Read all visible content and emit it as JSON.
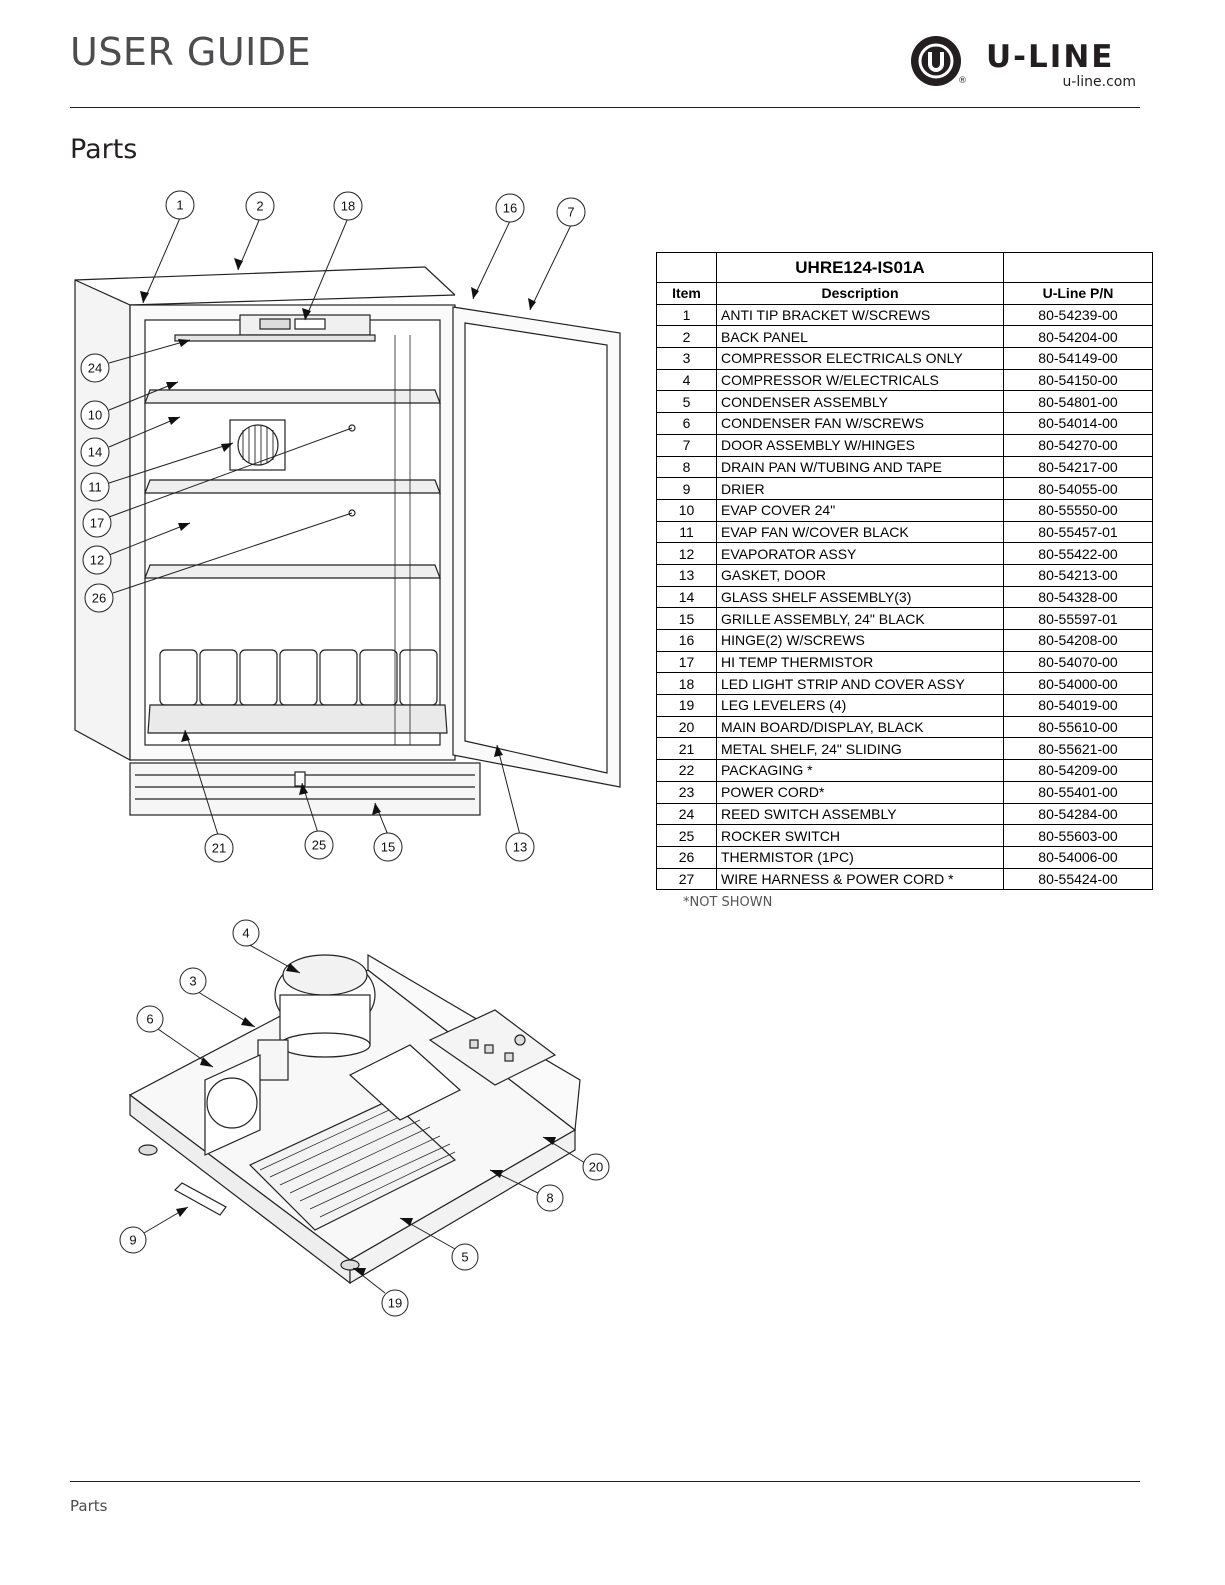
{
  "header": {
    "title": "USER GUIDE",
    "logo_text": "U-LINE",
    "logo_url": "u-line.com",
    "logo_reg": "®"
  },
  "section_title": "Parts",
  "diagram_top_callouts": [
    "1",
    "2",
    "18",
    "16",
    "7",
    "24",
    "10",
    "14",
    "11",
    "17",
    "12",
    "26",
    "21",
    "25",
    "15",
    "13"
  ],
  "diagram_bottom_callouts": [
    "4",
    "3",
    "6",
    "20",
    "8",
    "9",
    "5",
    "19"
  ],
  "table": {
    "model": "UHRE124-IS01A",
    "headers": {
      "item": "Item",
      "description": "Description",
      "part_number": "U-Line P/N"
    },
    "rows": [
      {
        "item": "1",
        "description": "ANTI TIP BRACKET W/SCREWS",
        "pn": "80-54239-00"
      },
      {
        "item": "2",
        "description": "BACK PANEL",
        "pn": "80-54204-00"
      },
      {
        "item": "3",
        "description": "COMPRESSOR ELECTRICALS ONLY",
        "pn": "80-54149-00"
      },
      {
        "item": "4",
        "description": "COMPRESSOR W/ELECTRICALS",
        "pn": "80-54150-00"
      },
      {
        "item": "5",
        "description": "CONDENSER ASSEMBLY",
        "pn": "80-54801-00"
      },
      {
        "item": "6",
        "description": "CONDENSER FAN W/SCREWS",
        "pn": "80-54014-00"
      },
      {
        "item": "7",
        "description": "DOOR ASSEMBLY W/HINGES",
        "pn": "80-54270-00"
      },
      {
        "item": "8",
        "description": "DRAIN PAN W/TUBING AND TAPE",
        "pn": "80-54217-00"
      },
      {
        "item": "9",
        "description": "DRIER",
        "pn": "80-54055-00"
      },
      {
        "item": "10",
        "description": "EVAP COVER 24\"",
        "pn": "80-55550-00"
      },
      {
        "item": "11",
        "description": "EVAP FAN W/COVER BLACK",
        "pn": "80-55457-01"
      },
      {
        "item": "12",
        "description": "EVAPORATOR ASSY",
        "pn": "80-55422-00"
      },
      {
        "item": "13",
        "description": "GASKET, DOOR",
        "pn": "80-54213-00"
      },
      {
        "item": "14",
        "description": "GLASS SHELF ASSEMBLY(3)",
        "pn": "80-54328-00"
      },
      {
        "item": "15",
        "description": "GRILLE ASSEMBLY, 24\" BLACK",
        "pn": "80-55597-01"
      },
      {
        "item": "16",
        "description": "HINGE(2) W/SCREWS",
        "pn": "80-54208-00"
      },
      {
        "item": "17",
        "description": "HI TEMP THERMISTOR",
        "pn": "80-54070-00"
      },
      {
        "item": "18",
        "description": "LED LIGHT STRIP AND COVER ASSY",
        "pn": "80-54000-00"
      },
      {
        "item": "19",
        "description": "LEG LEVELERS (4)",
        "pn": "80-54019-00"
      },
      {
        "item": "20",
        "description": "MAIN BOARD/DISPLAY, BLACK",
        "pn": "80-55610-00"
      },
      {
        "item": "21",
        "description": "METAL SHELF, 24\" SLIDING",
        "pn": "80-55621-00"
      },
      {
        "item": "22",
        "description": "PACKAGING *",
        "pn": "80-54209-00"
      },
      {
        "item": "23",
        "description": "POWER CORD*",
        "pn": "80-55401-00"
      },
      {
        "item": "24",
        "description": "REED SWITCH ASSEMBLY",
        "pn": "80-54284-00"
      },
      {
        "item": "25",
        "description": "ROCKER SWITCH",
        "pn": "80-55603-00"
      },
      {
        "item": "26",
        "description": "THERMISTOR (1PC)",
        "pn": "80-54006-00"
      },
      {
        "item": "27",
        "description": "WIRE HARNESS & POWER CORD *",
        "pn": "80-55424-00"
      }
    ]
  },
  "footnote": "*NOT SHOWN",
  "footer": {
    "text": "Parts"
  }
}
